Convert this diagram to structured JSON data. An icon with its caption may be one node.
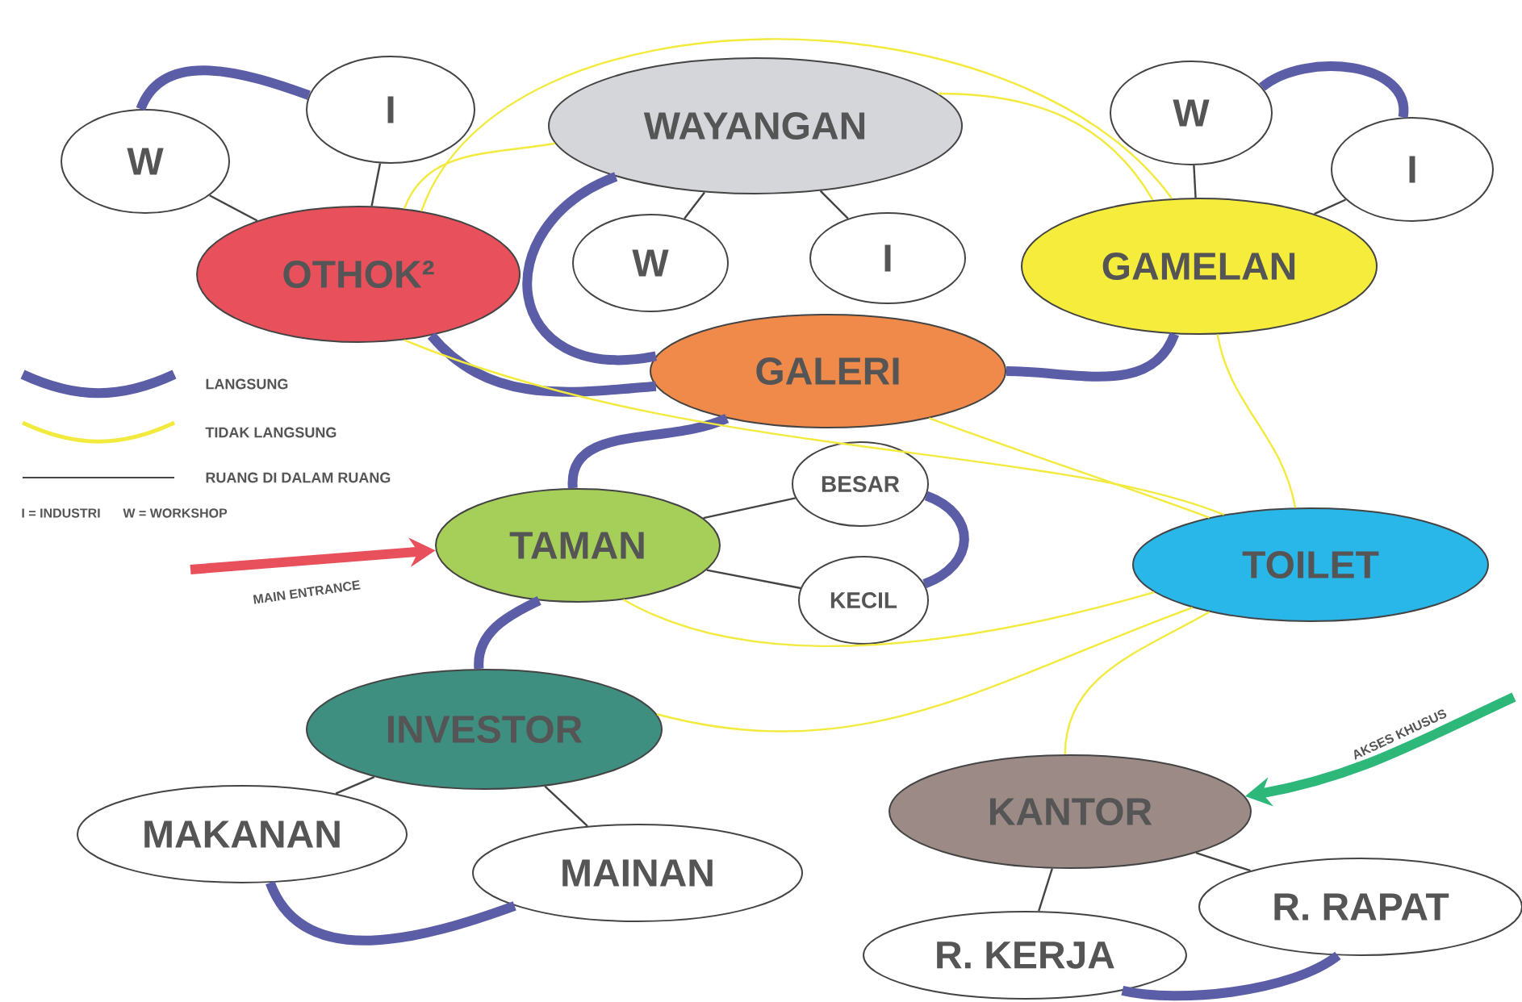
{
  "diagram": {
    "nodes": [
      {
        "text": [
          "OTHOK²"
        ]
      },
      {
        "text": [
          "W"
        ]
      },
      {
        "text": [
          "I"
        ]
      },
      {
        "text": [
          "WAYANGAN"
        ]
      },
      {
        "text": [
          "W"
        ]
      },
      {
        "text": [
          "I"
        ]
      },
      {
        "text": [
          "GAMELAN"
        ]
      },
      {
        "text": [
          "W"
        ]
      },
      {
        "text": [
          "I"
        ]
      },
      {
        "text": [
          "GALERI"
        ]
      },
      {
        "text": [
          "TAMAN"
        ]
      },
      {
        "text": [
          "BESAR"
        ]
      },
      {
        "text": [
          "KECIL"
        ]
      },
      {
        "text": [
          "TOILET"
        ]
      },
      {
        "text": [
          "INVESTOR"
        ]
      },
      {
        "text": [
          "MAKANAN"
        ]
      },
      {
        "text": [
          "MAINAN"
        ]
      },
      {
        "text": [
          "KANTOR"
        ]
      },
      {
        "text": [
          "R. KERJA"
        ]
      },
      {
        "text": [
          "R. RAPAT"
        ]
      }
    ],
    "edges": [
      {
        "from": 0,
        "to": 1,
        "arrow": "none"
      },
      {
        "from": 0,
        "to": 2,
        "arrow": "none"
      },
      {
        "from": 3,
        "to": 4,
        "arrow": "none"
      },
      {
        "from": 3,
        "to": 5,
        "arrow": "none"
      },
      {
        "from": 6,
        "to": 7,
        "arrow": "none"
      },
      {
        "from": 6,
        "to": 8,
        "arrow": "none"
      },
      {
        "from": 10,
        "to": 11,
        "arrow": "none"
      },
      {
        "from": 10,
        "to": 12,
        "arrow": "none"
      },
      {
        "from": 14,
        "to": 15,
        "arrow": "none"
      },
      {
        "from": 14,
        "to": 16,
        "arrow": "none"
      },
      {
        "from": 17,
        "to": 18,
        "arrow": "none"
      },
      {
        "from": 17,
        "to": 19,
        "arrow": "none"
      },
      {
        "from": 1,
        "to": 2,
        "arrow": "none",
        "style": "thick",
        "color": "#5b5ea6"
      },
      {
        "from": 7,
        "to": 8,
        "arrow": "none",
        "style": "thick",
        "color": "#5b5ea6"
      },
      {
        "from": 0,
        "to": 9,
        "arrow": "none",
        "style": "thick",
        "color": "#5b5ea6"
      },
      {
        "from": 3,
        "to": 9,
        "arrow": "none",
        "style": "thick",
        "color": "#5b5ea6"
      },
      {
        "from": 9,
        "to": 6,
        "arrow": "none",
        "style": "thick",
        "color": "#5b5ea6"
      },
      {
        "from": 9,
        "to": 10,
        "arrow": "none",
        "style": "thick",
        "color": "#5b5ea6"
      },
      {
        "from": 11,
        "to": 12,
        "arrow": "none",
        "style": "thick",
        "color": "#5b5ea6"
      },
      {
        "from": 10,
        "to": 14,
        "arrow": "none",
        "style": "thick",
        "color": "#5b5ea6"
      },
      {
        "from": 15,
        "to": 16,
        "arrow": "none",
        "style": "thick",
        "color": "#5b5ea6"
      },
      {
        "from": 18,
        "to": 19,
        "arrow": "none",
        "style": "thick",
        "color": "#5b5ea6"
      },
      {
        "from": 0,
        "to": 3,
        "arrow": "none",
        "color": "#f2ea3c"
      },
      {
        "from": 0,
        "to": 6,
        "arrow": "none",
        "color": "#f2ea3c"
      },
      {
        "from": 3,
        "to": 6,
        "arrow": "none",
        "color": "#f2ea3c"
      },
      {
        "from": 0,
        "to": 13,
        "arrow": "none",
        "color": "#f2ea3c"
      },
      {
        "from": 9,
        "to": 13,
        "arrow": "none",
        "color": "#f2ea3c"
      },
      {
        "from": 6,
        "to": 13,
        "arrow": "none",
        "color": "#f2ea3c"
      },
      {
        "from": 10,
        "to": 13,
        "arrow": "none",
        "color": "#f2ea3c"
      },
      {
        "from": 14,
        "to": 13,
        "arrow": "none",
        "color": "#f2ea3c"
      },
      {
        "from": 17,
        "to": 13,
        "arrow": "none",
        "color": "#f2ea3c"
      },
      {
        "from": null,
        "to": 10,
        "arrow": "to",
        "label": "MAIN ENTRANCE",
        "style": "thick",
        "color": "#e8505b"
      },
      {
        "from": null,
        "to": 17,
        "arrow": "to",
        "label": "AKSES KHUSUS",
        "style": "thick",
        "color": "#2db87a"
      }
    ],
    "labels": [
      "I = INDUSTRI",
      "W = WORKSHOP"
    ],
    "legend": [
      {
        "text": "LANGSUNG"
      },
      {
        "text": "TIDAK LANGSUNG"
      },
      {
        "text": "RUANG DI DALAM RUANG"
      }
    ]
  }
}
